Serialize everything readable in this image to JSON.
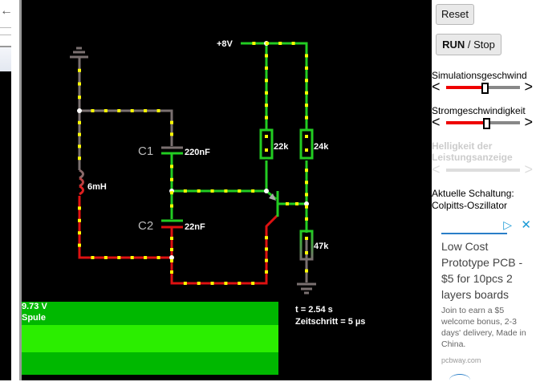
{
  "browser": {
    "back_icon": "arrow-left-icon"
  },
  "circuit": {
    "supply_label": "+8V",
    "c1_name": "C1",
    "c1_value": "220nF",
    "c2_name": "C2",
    "c2_value": "22nF",
    "inductor_value": "6mH",
    "r1_value": "22k",
    "r2_value": "24k",
    "r3_value": "47k",
    "colors": {
      "wire_positive": "#22cc22",
      "wire_negative": "#dd1111",
      "wire_neutral": "#7a7070",
      "current_dot": "#ffff00",
      "node": "#ffffff"
    }
  },
  "scope": {
    "value": "9.73 V",
    "name": "Spule",
    "colors": {
      "band_dark": "#00b800",
      "band_light": "#2bee00"
    }
  },
  "sim_info": {
    "time": "t = 2.54 s",
    "timestep": "Zeitschritt = 5 µs"
  },
  "panel": {
    "reset_label": "Reset",
    "run_label_bold": "RUN",
    "run_label_rest": " / Stop",
    "sim_speed": {
      "label": "Simulationsgeschwind",
      "value_fraction": 0.55
    },
    "current_speed": {
      "label": "Stromgeschwindigkeit",
      "value_fraction": 0.58
    },
    "power_brightness": {
      "label_line1": "Helligkeit der",
      "label_line2": "Leistungsanzeige",
      "disabled": true
    },
    "current_circuit_label": "Aktuelle Schaltung:",
    "current_circuit_name": "Colpitts-Oszillator",
    "slider_left": "<",
    "slider_right": ">"
  },
  "ad": {
    "title": "Low Cost Prototype PCB - $5 for 10pcs 2 layers boards",
    "body": "Join to earn a $5 welcome bonus, 2-3 days' delivery, Made in China.",
    "domain": "pcbway.com",
    "adchoices_icon": "adchoices-icon",
    "close_icon": "close-icon"
  }
}
